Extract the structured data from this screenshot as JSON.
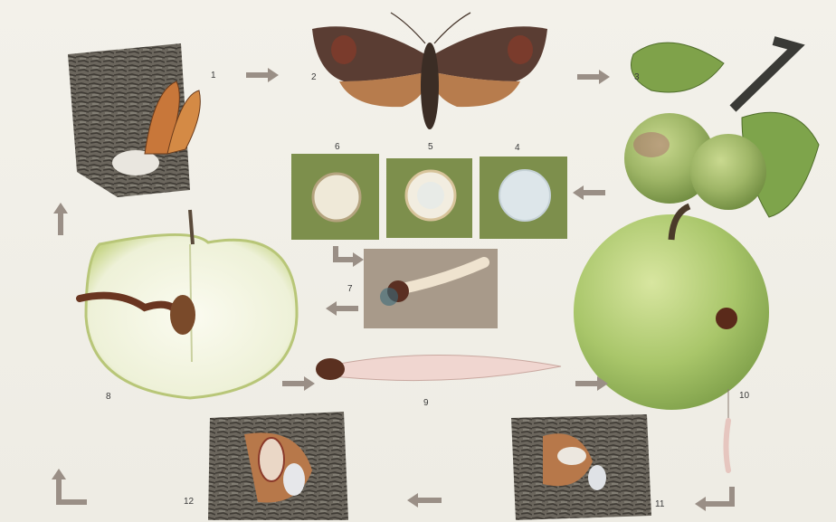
{
  "labels": {
    "n1": "1",
    "n2": "2",
    "n3": "3",
    "n4": "4",
    "n5": "5",
    "n6": "6",
    "n7": "7",
    "n8": "8",
    "n9": "9",
    "n10": "10",
    "n11": "11",
    "n12": "12"
  },
  "colors": {
    "arrow": "#9a8f86",
    "apple_green": "#a9c66a",
    "bark": "#5f5b53",
    "moth_wing": "#6a4a38",
    "larva": "#f0d6d0",
    "egg_card": "#7d8f4c"
  },
  "stages": [
    {
      "num": "1",
      "depicts": "pupa-in-bark"
    },
    {
      "num": "2",
      "depicts": "adult-moth"
    },
    {
      "num": "3",
      "depicts": "apple-fruits-on-branch"
    },
    {
      "num": "4",
      "depicts": "egg"
    },
    {
      "num": "5",
      "depicts": "egg"
    },
    {
      "num": "6",
      "depicts": "egg"
    },
    {
      "num": "7",
      "depicts": "young-larva"
    },
    {
      "num": "8",
      "depicts": "cut-apple-with-tunnel"
    },
    {
      "num": "9",
      "depicts": "larva"
    },
    {
      "num": "10",
      "depicts": "apple-with-entry-hole"
    },
    {
      "num": "11",
      "depicts": "cocoon-in-bark"
    },
    {
      "num": "12",
      "depicts": "cocoon-in-bark"
    }
  ]
}
